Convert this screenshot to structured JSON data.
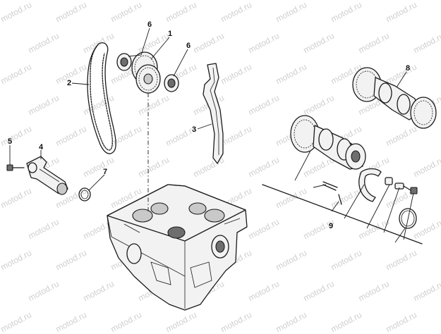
{
  "watermark_text": "motod.ru",
  "callouts": {
    "c1": "1",
    "c2": "2",
    "c3": "3",
    "c4": "4",
    "c5": "5",
    "c6a": "6",
    "c6b": "6",
    "c7": "7",
    "c8": "8",
    "c9": "9"
  }
}
